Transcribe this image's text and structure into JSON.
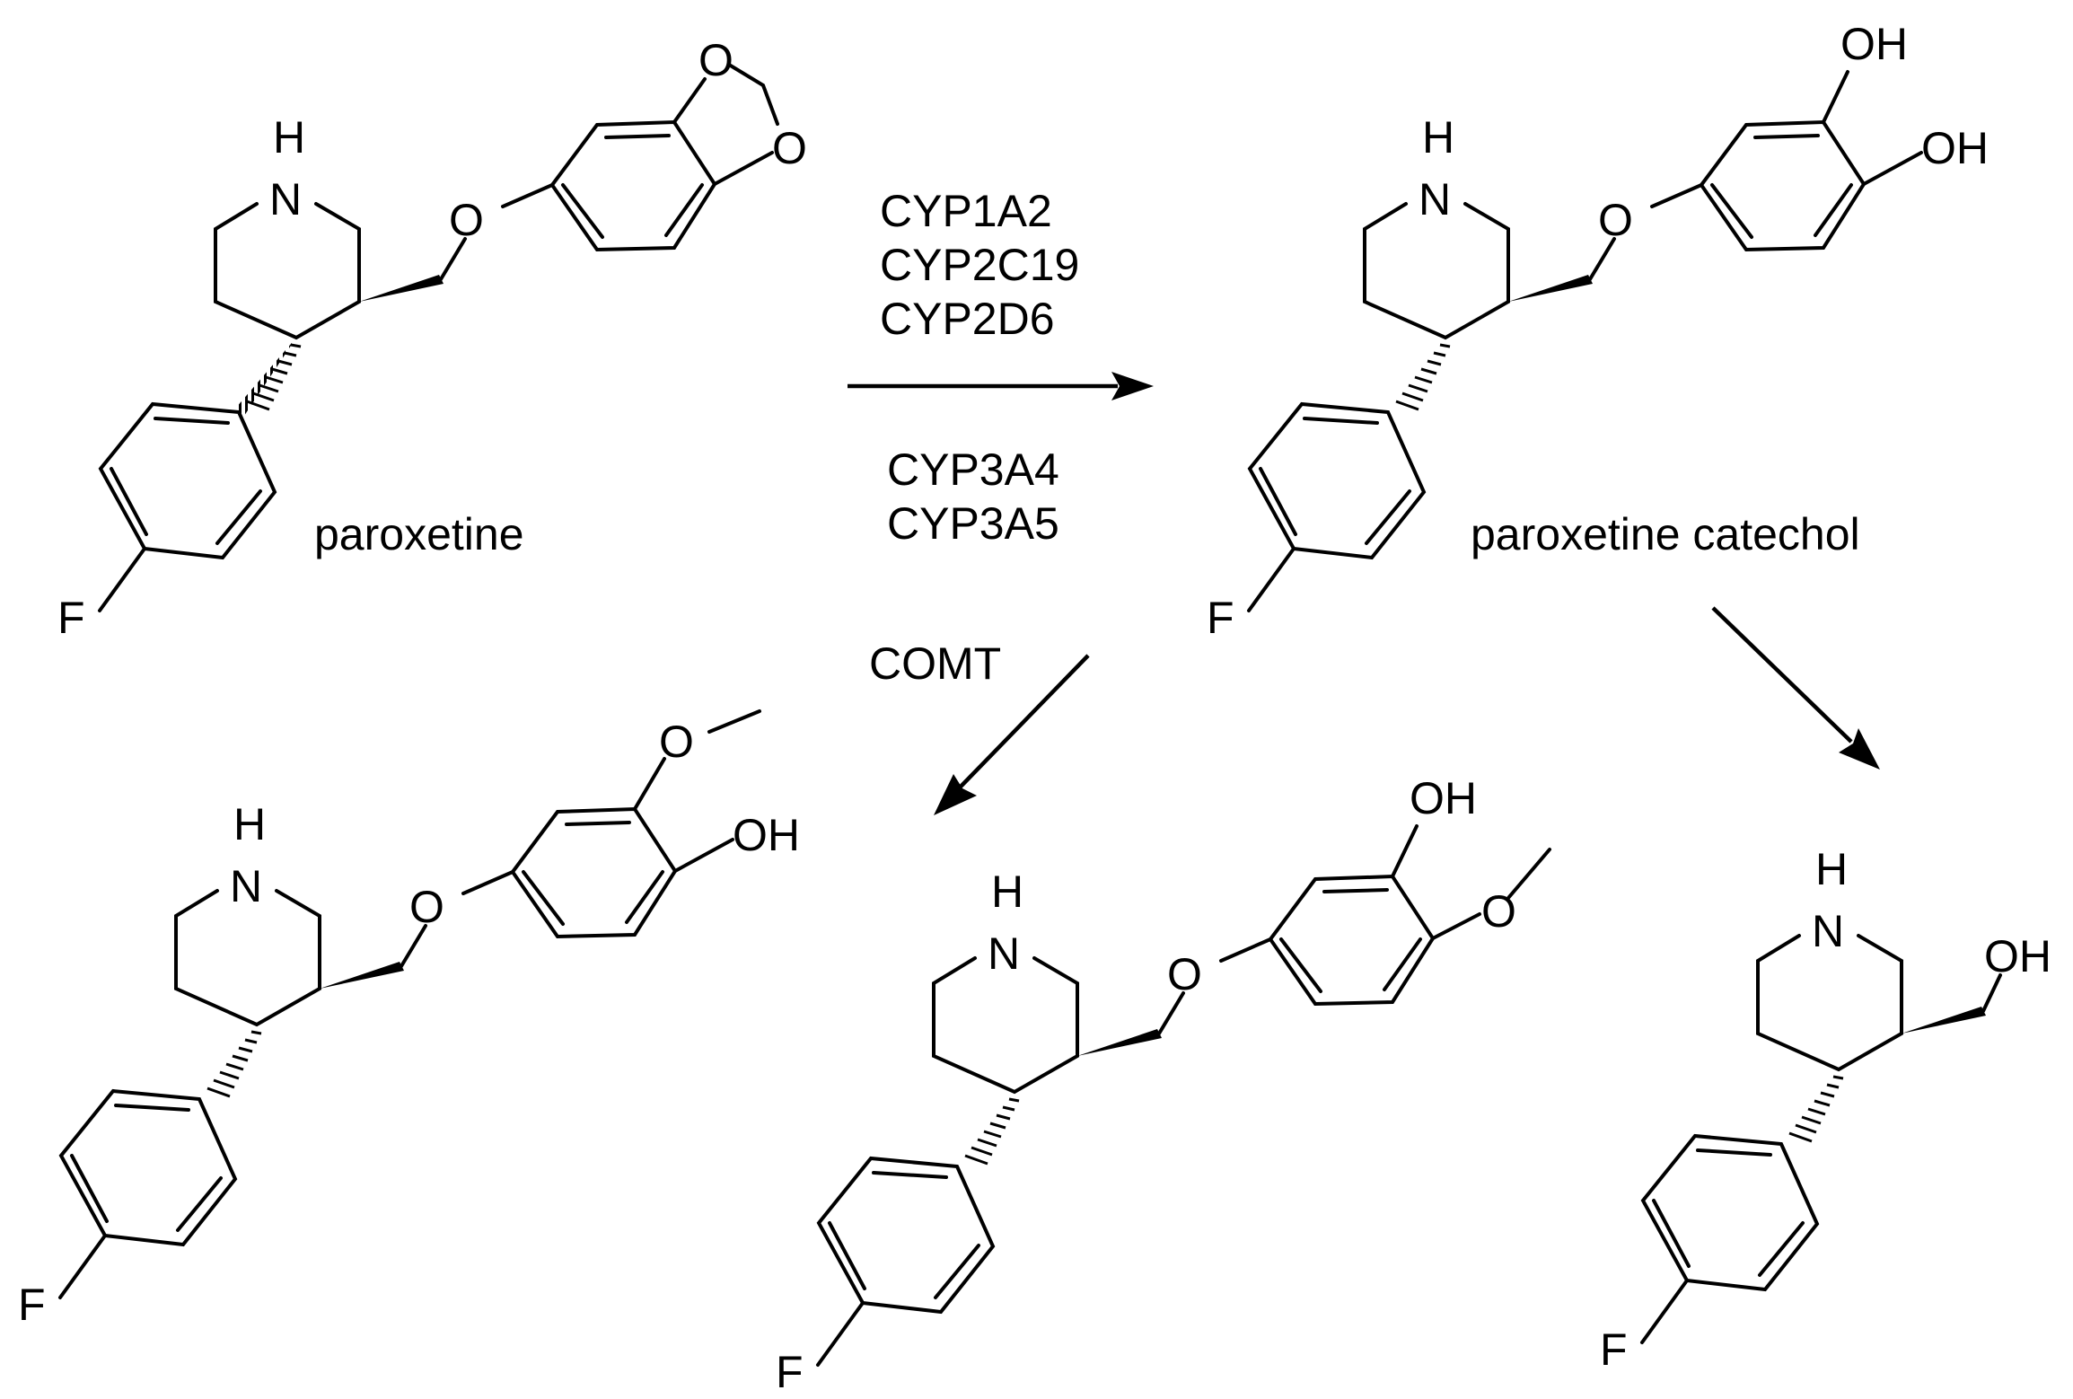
{
  "compounds": {
    "paroxetine": {
      "name": "paroxetine"
    },
    "catechol": {
      "name": "paroxetine catechol"
    }
  },
  "enzymes": {
    "top": [
      "CYP1A2",
      "CYP2C19",
      "CYP2D6"
    ],
    "bottom": [
      "CYP3A4",
      "CYP3A5"
    ],
    "comt": "COMT"
  },
  "atoms": {
    "N": "N",
    "H": "H",
    "O": "O",
    "F": "F",
    "OH": "OH"
  }
}
